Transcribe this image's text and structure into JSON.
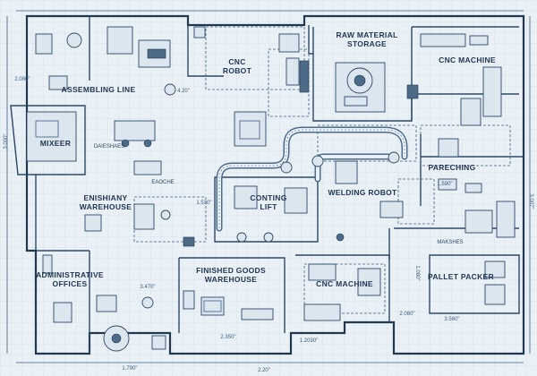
{
  "areas": {
    "raw_material_storage": [
      "RAW MATERIAL",
      "STORAGE"
    ],
    "cnc_machine_top": "CNC MACHINE",
    "cnc_robot": [
      "CNC",
      "ROBOT"
    ],
    "assembling_line": "ASSEMBLING LINE",
    "mixer": "MIXEER",
    "daieshaes": "DAIESHAES",
    "enishiany_warehouse": [
      "ENISHIANY",
      "WAREHOUSE"
    ],
    "conting_lift": [
      "CONTING",
      "LIFT"
    ],
    "welding_robot": "WELDING ROBOT",
    "pareching": "PARECHING",
    "administrative_offices": [
      "ADMINISTRATIVE",
      "OFFICES"
    ],
    "finished_goods_warehouse": [
      "FINISHED GOODS",
      "WAREHOUSE"
    ],
    "cnc_machine_bottom": "CNC MACHINE",
    "makshes": "MAKSHES",
    "pallet_packer": "PALLET PACKER",
    "eaoche": "EAOCHE"
  },
  "dimensions": {
    "left_top": "2.080\"",
    "left_mid": "3.000\"",
    "top_center": "4.20\"",
    "center_left": "1.530\"",
    "right_mid": "1.590\"",
    "right_edge": "3.007\"",
    "bottom_right": "3.560\"",
    "bottom_right2": "2.080\"",
    "bottom_mid1": "2.350\"",
    "bottom_mid2": "1.2030\"",
    "bottom_left_diam": "3.470\"",
    "bottom_left": "1.790\"",
    "bottom_center": "2.20\"",
    "inner_right": "1.080\""
  }
}
